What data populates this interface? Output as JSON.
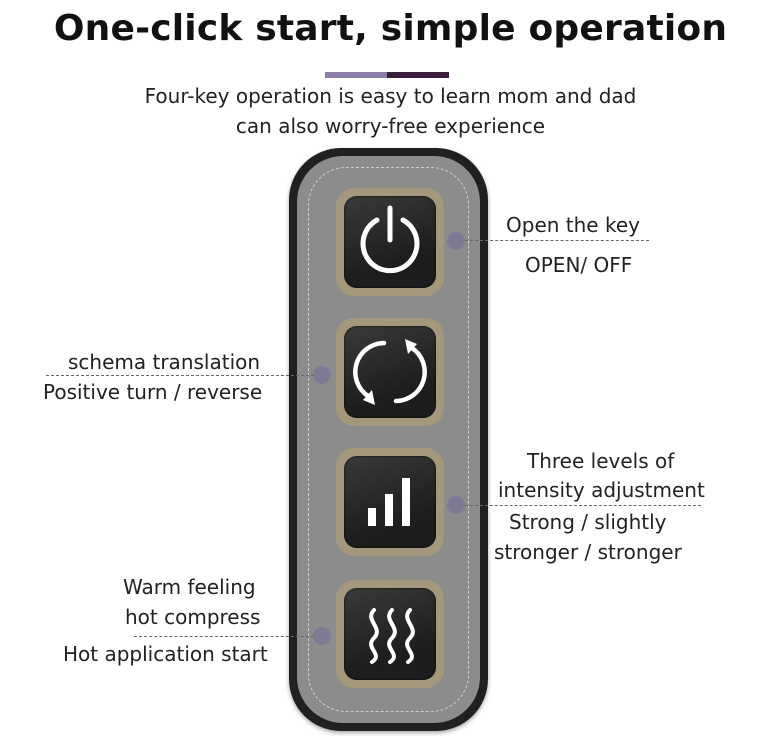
{
  "header": {
    "title": "One-click start, simple operation",
    "subtitle_line1": "Four-key operation is easy to learn mom and dad",
    "subtitle_line2": "can also worry-free experience"
  },
  "colors": {
    "accent_bar_left": "#8c7ea8",
    "accent_bar_right": "#3a1f3d",
    "remote_body": "#202020",
    "remote_panel": "#8c8c8c",
    "key_frame": "#a4977c",
    "indicator_dot": "#7f7a93"
  },
  "keys": [
    {
      "icon": "power-icon",
      "labels": [
        "Open the key",
        "OPEN/ OFF"
      ]
    },
    {
      "icon": "rotate-arrows-icon",
      "labels": [
        "schema translation",
        "Positive turn / reverse"
      ]
    },
    {
      "icon": "signal-bars-icon",
      "labels": [
        "Three levels of",
        "intensity adjustment",
        "Strong / slightly",
        "stronger / stronger"
      ]
    },
    {
      "icon": "heat-waves-icon",
      "labels": [
        "Warm feeling",
        "hot compress",
        "Hot application start"
      ]
    }
  ]
}
